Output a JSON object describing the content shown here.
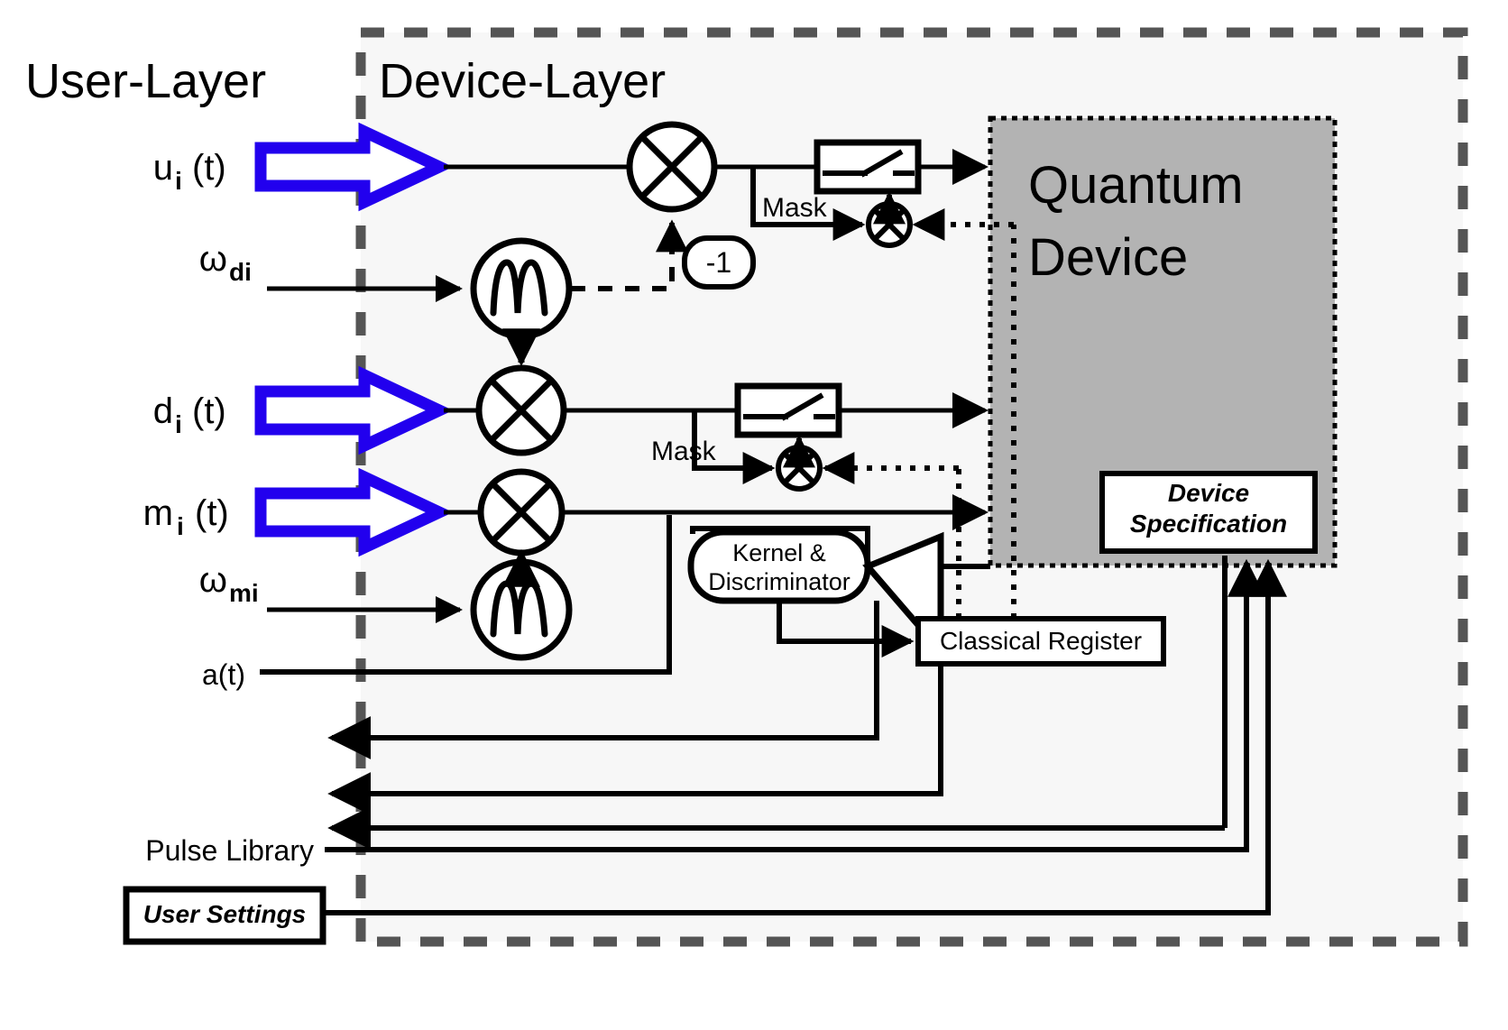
{
  "layers": {
    "user": "User-Layer",
    "device": "Device-Layer"
  },
  "signals": {
    "u": {
      "base": "u",
      "sub": "i",
      "tail": "(t)"
    },
    "d": {
      "base": "d",
      "sub": "i",
      "tail": "(t)"
    },
    "m": {
      "base": "m",
      "sub": "i",
      "tail": "(t)"
    },
    "wd": {
      "base": "ω",
      "sub": "di"
    },
    "wm": {
      "base": "ω",
      "sub": "mi"
    },
    "a": "a(t)"
  },
  "blocks": {
    "quantum_device_line1": "Quantum",
    "quantum_device_line2": "Device",
    "device_spec_line1": "Device",
    "device_spec_line2": "Specification",
    "kernel_line1": "Kernel &",
    "kernel_line2": "Discriminator",
    "classical_register": "Classical Register",
    "pulse_library": "Pulse Library",
    "user_settings": "User Settings",
    "negate": "-1"
  },
  "annotations": {
    "mask_upper": "Mask",
    "mask_lower": "Mask"
  },
  "icons": {
    "mixer": "mixer-x-icon",
    "oscillator": "oscillator-sine-icon",
    "switch": "switch-icon",
    "amplifier": "amplifier-triangle-icon",
    "input_arrow": "thick-blue-arrow-icon"
  },
  "colors": {
    "input_arrow": "#2200ee",
    "layer_border": "#555555",
    "device_layer_fill": "#f7f7f7",
    "quantum_device_fill": "#b3b3b3",
    "stroke": "#000000",
    "page_background": "#ffffff"
  }
}
